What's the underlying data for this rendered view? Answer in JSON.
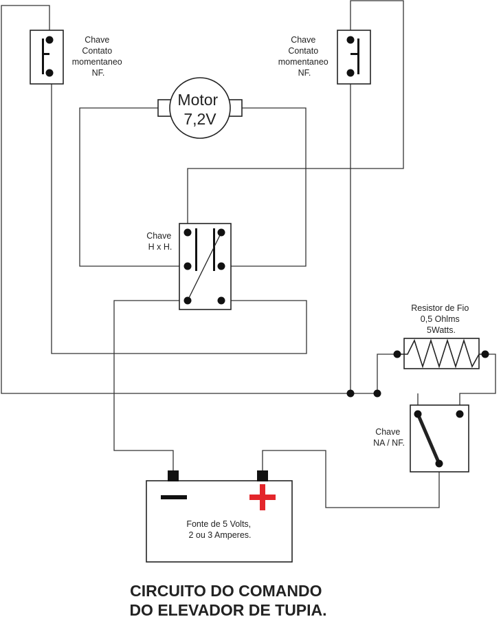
{
  "labels": {
    "switch_left": [
      "Chave",
      "Contato",
      "momentaneo",
      "NF."
    ],
    "switch_right": [
      "Chave",
      "Contato",
      "momentaneo",
      "NF."
    ],
    "motor": [
      "Motor",
      "7,2V"
    ],
    "hxh_switch": [
      "Chave",
      "H x H."
    ],
    "resistor": [
      "Resistor de Fio",
      "0,5 Ohlms",
      "5Watts."
    ],
    "na_nf_switch": [
      "Chave",
      "NA / NF."
    ],
    "power_supply": [
      "Fonte de 5 Volts,",
      "2 ou 3 Amperes."
    ],
    "title": [
      "CIRCUITO DO COMANDO",
      "DO ELEVADOR DE TUPIA."
    ]
  },
  "colors": {
    "positive_symbol": "#e3262b",
    "negative_symbol": "#111111",
    "wire": "#333333"
  }
}
